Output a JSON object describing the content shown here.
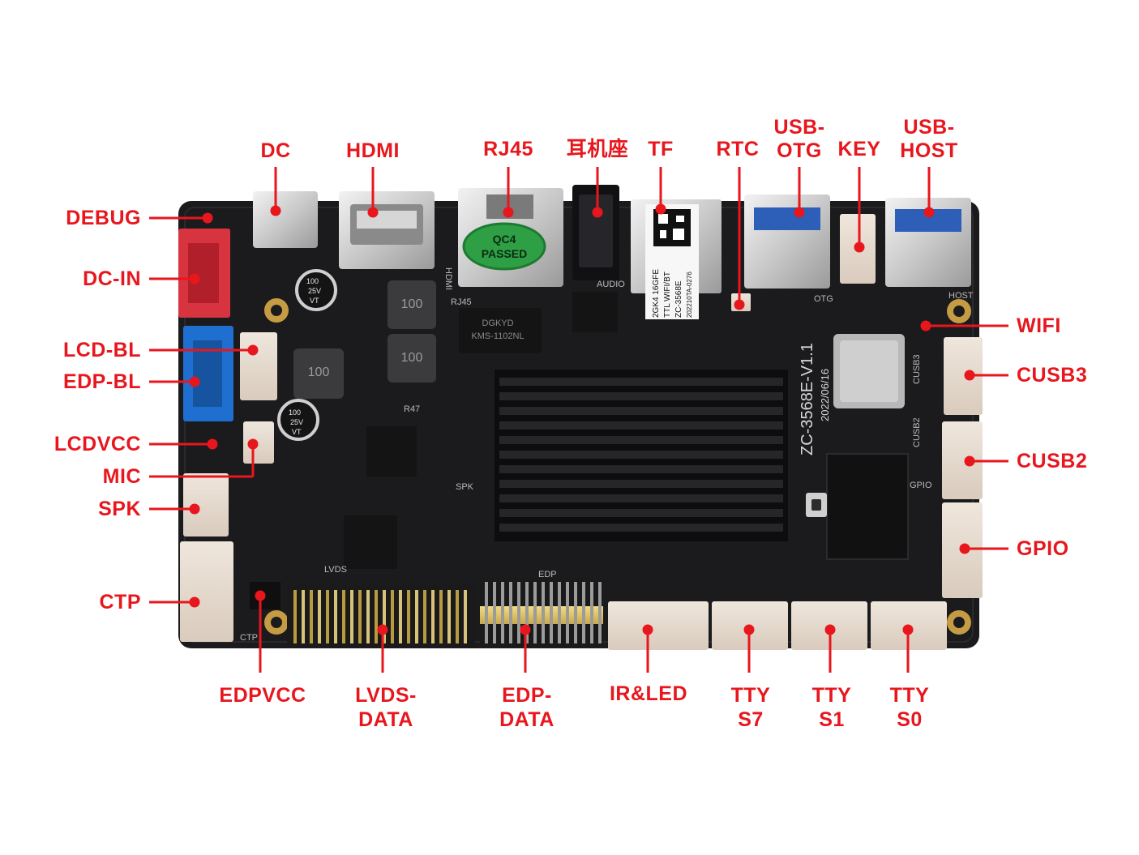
{
  "labels": {
    "top": {
      "dc": "DC",
      "hdmi": "HDMI",
      "rj45": "RJ45",
      "headphone_jack": "耳机座",
      "tf": "TF",
      "rtc": "RTC",
      "usb_otg_line1": "USB-",
      "usb_otg_line2": "OTG",
      "key": "KEY",
      "usb_host_line1": "USB-",
      "usb_host_line2": "HOST"
    },
    "left": {
      "debug": "DEBUG",
      "dc_in": "DC-IN",
      "lcd_bl": "LCD-BL",
      "edp_bl": "EDP-BL",
      "lcdvcc": "LCDVCC",
      "mic": "MIC",
      "spk": "SPK",
      "ctp": "CTP"
    },
    "right": {
      "wifi": "WIFI",
      "cusb3": "CUSB3",
      "cusb2": "CUSB2",
      "gpio": "GPIO"
    },
    "bottom": {
      "edpvcc": "EDPVCC",
      "lvds_data_line1": "LVDS-",
      "lvds_data_line2": "DATA",
      "edp_data_line1": "EDP-",
      "edp_data_line2": "DATA",
      "ir_led": "IR&LED",
      "tty_s7_line1": "TTY",
      "tty_s7_line2": "S7",
      "tty_s1_line1": "TTY",
      "tty_s1_line2": "S1",
      "tty_s0_line1": "TTY",
      "tty_s0_line2": "S0"
    }
  },
  "board_markings": {
    "qc_line1": "QC4",
    "qc_line2": "PASSED",
    "model_version": "ZC-3568E-V1.1",
    "date": "2022/06/16",
    "sticker_line1": "2GK4 16GFE",
    "sticker_line2": "TTL WIFI/BT",
    "sticker_line3": "ZC-3568E",
    "sticker_line4": "202210TA-0276",
    "silk_rj45": "RJ45",
    "silk_audio": "AUDIO",
    "silk_otg": "OTG",
    "silk_host": "HOST",
    "silk_hdmi": "HDMI",
    "silk_edp": "EDP",
    "silk_lvds": "LVDS",
    "silk_ctp": "CTP",
    "silk_spk": "SPK",
    "silk_cusb3": "CUSB3",
    "silk_cusb2": "CUSB2",
    "silk_gpio": "GPIO",
    "inductor": "100",
    "cap_line1": "100",
    "cap_line2": "25V",
    "cap_line3": "VT",
    "lan_chip_line1": "DGKYD",
    "lan_chip_line2": "KMS-1102NL",
    "resistor": "R47"
  },
  "colors": {
    "label_red": "#e8161d",
    "pcb_black": "#1b1b1d",
    "heatsink": "#0d0d0f",
    "connector_beige": "#e9ddd2",
    "connector_red": "#d8343f",
    "connector_blue": "#1f6fd0",
    "qc_green": "#2f9f46"
  }
}
